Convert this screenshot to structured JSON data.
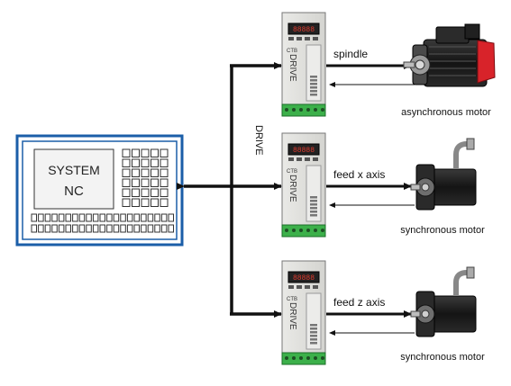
{
  "nc_unit": {
    "line1": "SYSTEM",
    "line2": "NC"
  },
  "drive_bus_label": "DRIVE",
  "drives": [
    {
      "brand": "CTB",
      "panel_label": "DRIVE",
      "display": "88888",
      "signal_label": "spindle"
    },
    {
      "brand": "CTB",
      "panel_label": "DRIVE",
      "display": "88888",
      "signal_label": "feed x axis"
    },
    {
      "brand": "CTB",
      "panel_label": "DRIVE",
      "display": "88888",
      "signal_label": "feed z axis"
    }
  ],
  "motors": [
    {
      "label": "asynchronous motor",
      "type": "asynchronous",
      "accent": "#d8232a"
    },
    {
      "label": "synchronous motor",
      "type": "synchronous"
    },
    {
      "label": "synchronous motor",
      "type": "synchronous"
    }
  ],
  "colors": {
    "nc_frame": "#1b5ea8",
    "drive_terminal": "#3cb04a",
    "motor_body": "#1a1a1a"
  }
}
